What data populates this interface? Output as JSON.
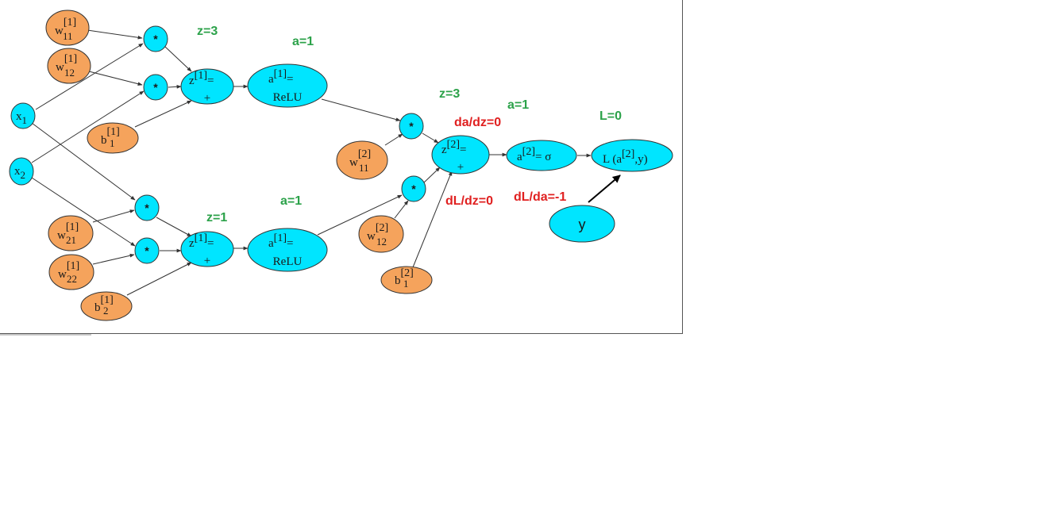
{
  "inputs": {
    "x1": {
      "base": "x",
      "sub": "1"
    },
    "x2": {
      "base": "x",
      "sub": "2"
    }
  },
  "weights": {
    "w11_1": {
      "base": "w",
      "sup": "[1]",
      "sub": "11"
    },
    "w12_1": {
      "base": "w",
      "sup": "[1]",
      "sub": "12"
    },
    "b1_1": {
      "base": "b",
      "sup": "[1]",
      "sub": "1"
    },
    "w21_1": {
      "base": "w",
      "sup": "[1]",
      "sub": "21"
    },
    "w22_1": {
      "base": "w",
      "sup": "[1]",
      "sub": "22"
    },
    "b2_1": {
      "base": "b",
      "sup": "[1]",
      "sub": "2"
    },
    "w11_2": {
      "base": "w",
      "sup": "[2]",
      "sub": "11"
    },
    "w12_2": {
      "base": "w",
      "sup": "[2]",
      "sub": "12"
    },
    "b1_2": {
      "base": "b",
      "sup": "[2]",
      "sub": "1"
    }
  },
  "ops": {
    "multiply": "*"
  },
  "nodes": {
    "z1_top": {
      "base": "z",
      "sup": "[1]",
      "tail": "=",
      "line2": "+"
    },
    "a1_top": {
      "base": "a",
      "sup": "[1]",
      "tail": "=",
      "line2": "ReLU"
    },
    "z1_bot": {
      "base": "z",
      "sup": "[1]",
      "tail": "=",
      "line2": "+"
    },
    "a1_bot": {
      "base": "a",
      "sup": "[1]",
      "tail": "=",
      "line2": "ReLU"
    },
    "z2": {
      "base": "z",
      "sup": "[2]",
      "tail": "=",
      "line2": "+"
    },
    "a2": {
      "base": "a",
      "sup": "[2]",
      "tail": "= σ"
    },
    "loss": {
      "pre": "L (a",
      "sup": "[2]",
      "tail": ",y)"
    },
    "y": {
      "label": "y"
    }
  },
  "annotations": {
    "z_top": "z=3",
    "a_top": "a=1",
    "z_bot": "z=1",
    "a_bot": "a=1",
    "z_out": "z=3",
    "a_out": "a=1",
    "L_out": "L=0",
    "da_dz": "da/dz=0",
    "dL_dz": "dL/dz=0",
    "dL_da": "dL/da=-1"
  },
  "colors": {
    "node_cyan": "#00e5ff",
    "node_orange": "#f5a35c",
    "annotation_green": "#2ca24a",
    "annotation_red": "#e02020"
  }
}
